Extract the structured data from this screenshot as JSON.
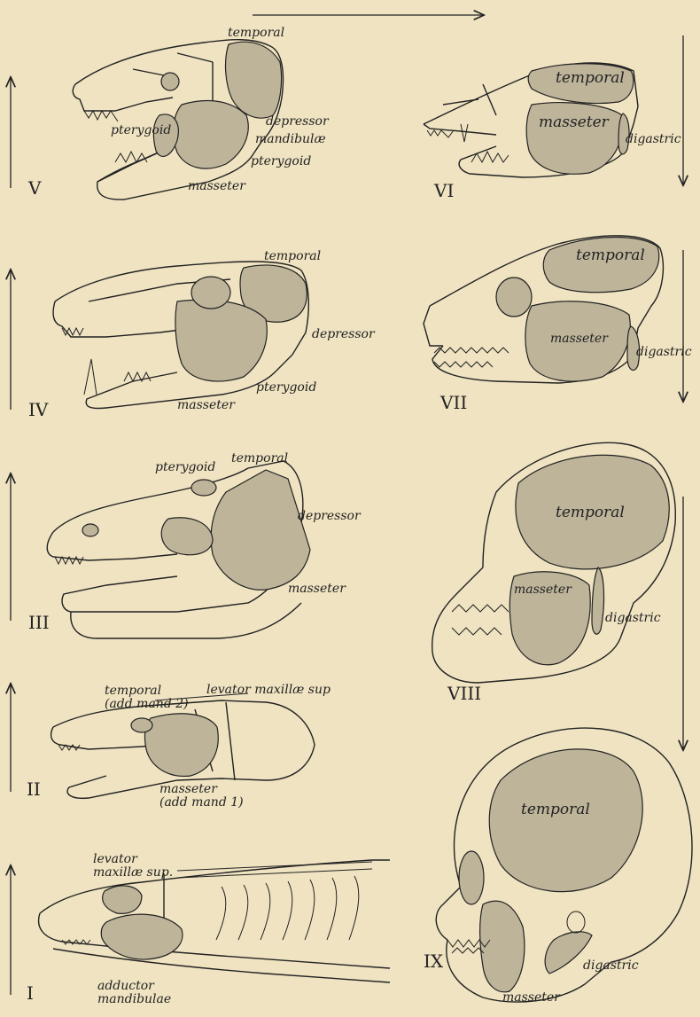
{
  "colors": {
    "paper": "#efe3c1",
    "ink": "#222222",
    "muscle": "#bdb49a",
    "muscle_dark": "#a79e86"
  },
  "panels": {
    "V": {
      "numeral": "V",
      "labels": {
        "temporal": "temporal",
        "pterygoid": "pterygoid",
        "depressor": "depressor",
        "mandibulae": "mandibulæ",
        "pterygoid2": "pterygoid",
        "masseter": "masseter"
      }
    },
    "VI": {
      "numeral": "VI",
      "labels": {
        "temporal": "temporal",
        "masseter": "masseter",
        "digastric": "digastric"
      }
    },
    "IV": {
      "numeral": "IV",
      "labels": {
        "temporal": "temporal",
        "depressor": "depressor",
        "pterygoid": "pterygoid",
        "masseter": "masseter"
      }
    },
    "VII": {
      "numeral": "VII",
      "labels": {
        "temporal": "temporal",
        "masseter": "masseter",
        "digastric": "digastric"
      }
    },
    "III": {
      "numeral": "III",
      "labels": {
        "pterygoid": "pterygoid",
        "temporal": "temporal",
        "depressor": "depressor",
        "masseter": "masseter"
      }
    },
    "VIII": {
      "numeral": "VIII",
      "labels": {
        "temporal": "temporal",
        "masseter": "masseter",
        "digastric": "digastric"
      }
    },
    "II": {
      "numeral": "II",
      "labels": {
        "temporal": "temporal\n(add mand 2)",
        "levator": "levator maxillæ sup",
        "masseter": "masseter\n(add mand 1)"
      }
    },
    "I": {
      "numeral": "I",
      "labels": {
        "levator": "levator\nmaxillæ sup.",
        "adductor": "adductor\nmandibulae"
      }
    },
    "IX": {
      "numeral": "IX",
      "labels": {
        "temporal": "temporal",
        "digastric": "digastric",
        "masseter": "masseter"
      }
    }
  }
}
